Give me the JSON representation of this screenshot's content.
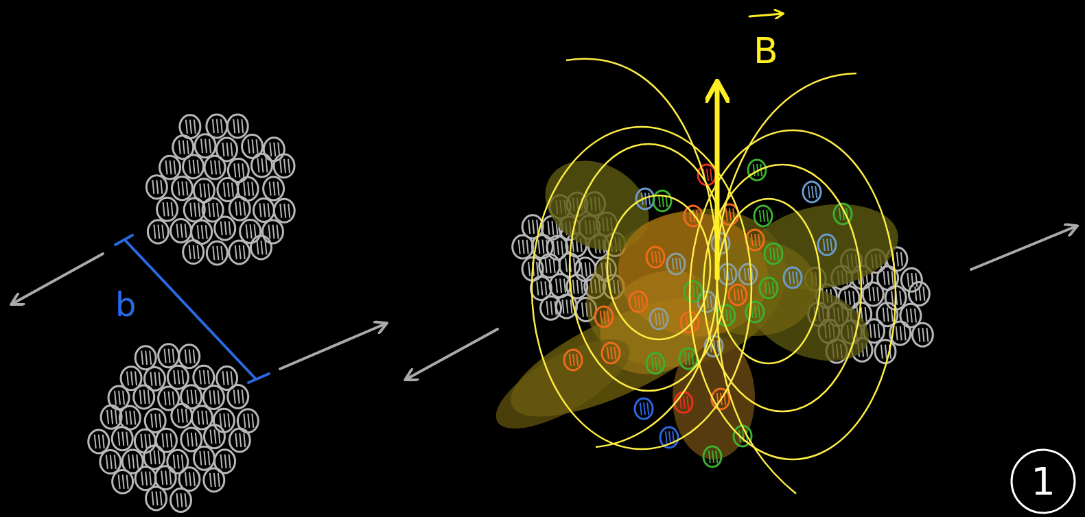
{
  "diagram": {
    "nodes": [
      {
        "text": [
          "1"
        ]
      }
    ],
    "labels": [
      "b",
      "B"
    ]
  }
}
